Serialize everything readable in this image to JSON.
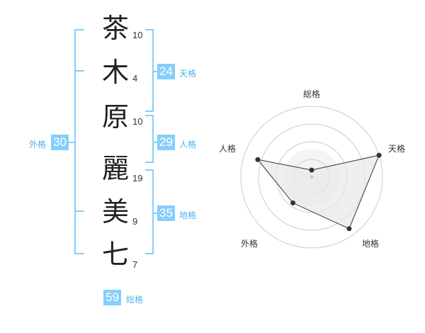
{
  "name": {
    "chars": [
      {
        "kanji": "茶",
        "strokes": "10"
      },
      {
        "kanji": "木",
        "strokes": "4"
      },
      {
        "kanji": "原",
        "strokes": "10"
      },
      {
        "kanji": "麗",
        "strokes": "19"
      },
      {
        "kanji": "美",
        "strokes": "9"
      },
      {
        "kanji": "七",
        "strokes": "7"
      }
    ]
  },
  "kakusu": {
    "tenkaku": {
      "value": "24",
      "label": "天格"
    },
    "jinkaku": {
      "value": "29",
      "label": "人格"
    },
    "chikaku": {
      "value": "35",
      "label": "地格"
    },
    "gaikaku": {
      "value": "30",
      "label": "外格"
    },
    "soukaku": {
      "value": "59",
      "label": "総格"
    }
  },
  "chart_data": {
    "type": "radar",
    "axes": [
      "総格",
      "天格",
      "地格",
      "外格",
      "人格"
    ],
    "values": [
      0.1,
      1.0,
      0.9,
      0.45,
      0.8
    ],
    "rings": 4,
    "colors": {
      "line": "#333333",
      "fill": "#e8e8e8",
      "ring": "#cccccc",
      "accent": "#87cefa",
      "label": "#4fb3f0"
    }
  }
}
